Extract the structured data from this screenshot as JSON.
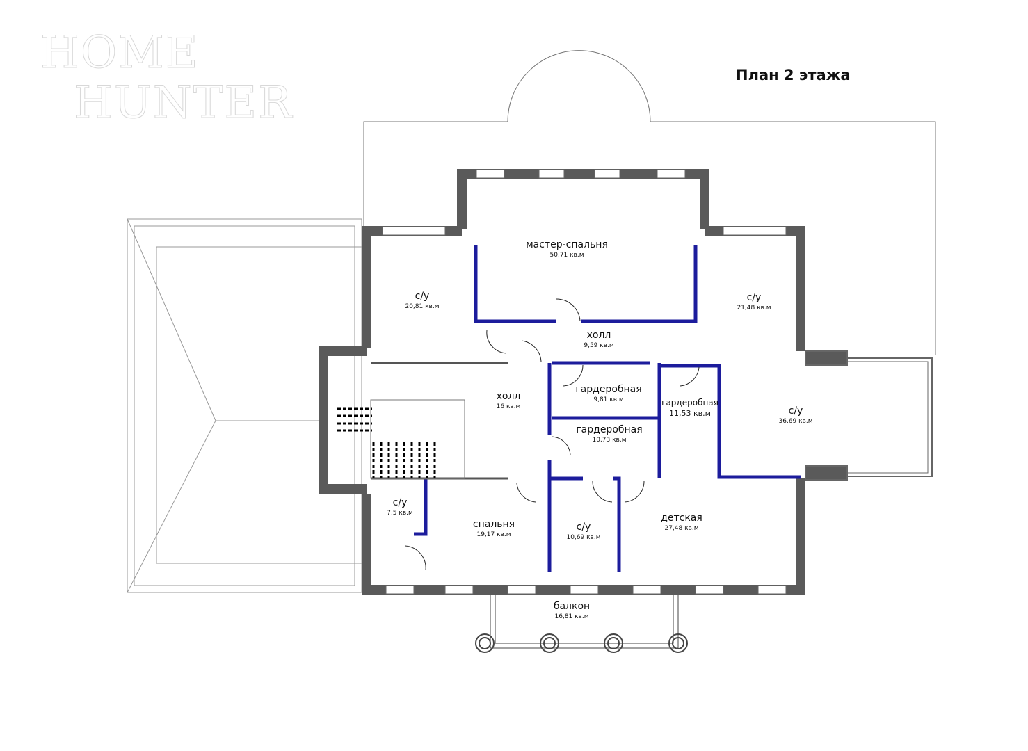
{
  "title": "План 2 этажа",
  "logo": {
    "line1": "HOME",
    "line2": "HUNTER"
  },
  "colors": {
    "wall": "#5a5a5a",
    "partition": "#1c1c9c",
    "outline": "#999999"
  },
  "rooms": [
    {
      "name": "мастер-спальня",
      "area": "50,71 кв.м"
    },
    {
      "name": "с/у",
      "area": "20,81 кв.м"
    },
    {
      "name": "с/у",
      "area": "21,48 кв.м"
    },
    {
      "name": "холл",
      "area": "9,59 кв.м"
    },
    {
      "name": "холл",
      "area": "16 кв.м"
    },
    {
      "name": "гардеробная",
      "area": "9,81 кв.м"
    },
    {
      "name": "гардеробная",
      "area": "11,53 кв.м"
    },
    {
      "name": "гардеробная",
      "area": "10,73 кв.м"
    },
    {
      "name": "с/у",
      "area": "36,69 кв.м"
    },
    {
      "name": "с/у",
      "area": "7,5 кв.м"
    },
    {
      "name": "спальня",
      "area": "19,17 кв.м"
    },
    {
      "name": "с/у",
      "area": "10,69 кв.м"
    },
    {
      "name": "детская",
      "area": "27,48 кв.м"
    },
    {
      "name": "балкон",
      "area": "16,81 кв.м"
    }
  ]
}
